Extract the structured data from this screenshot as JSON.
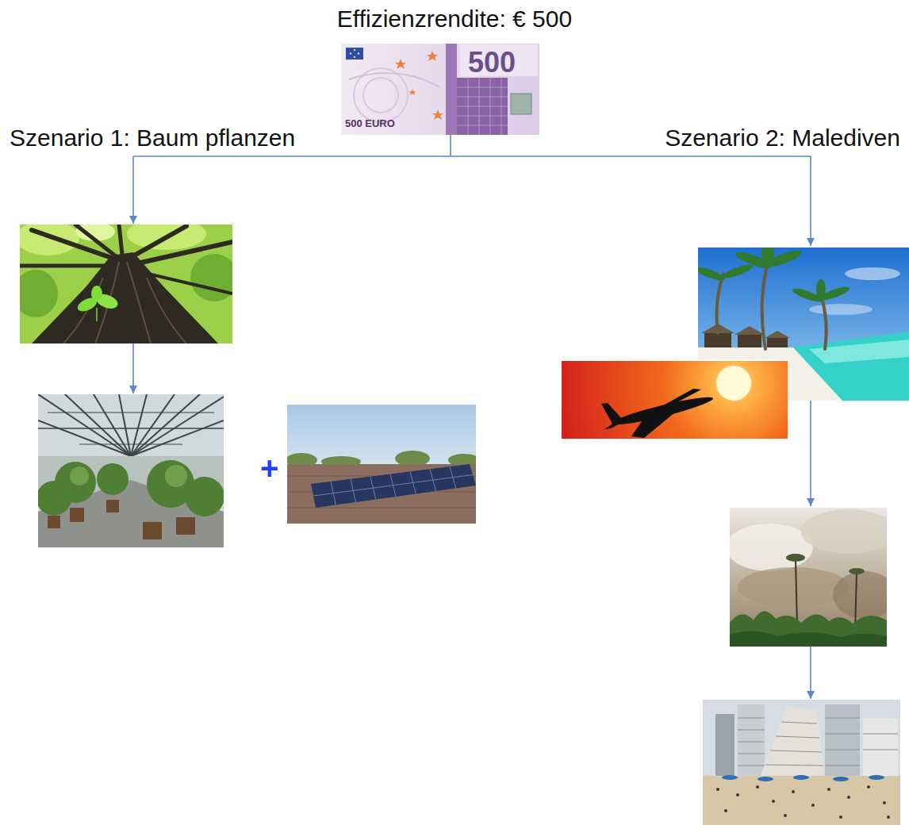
{
  "diagram": {
    "title": "Effizienzrendite: € 500",
    "labels": [
      "500",
      "500 EURO",
      "Szenario 1: Baum pflanzen",
      "Szenario 2: Malediven",
      "+"
    ]
  }
}
